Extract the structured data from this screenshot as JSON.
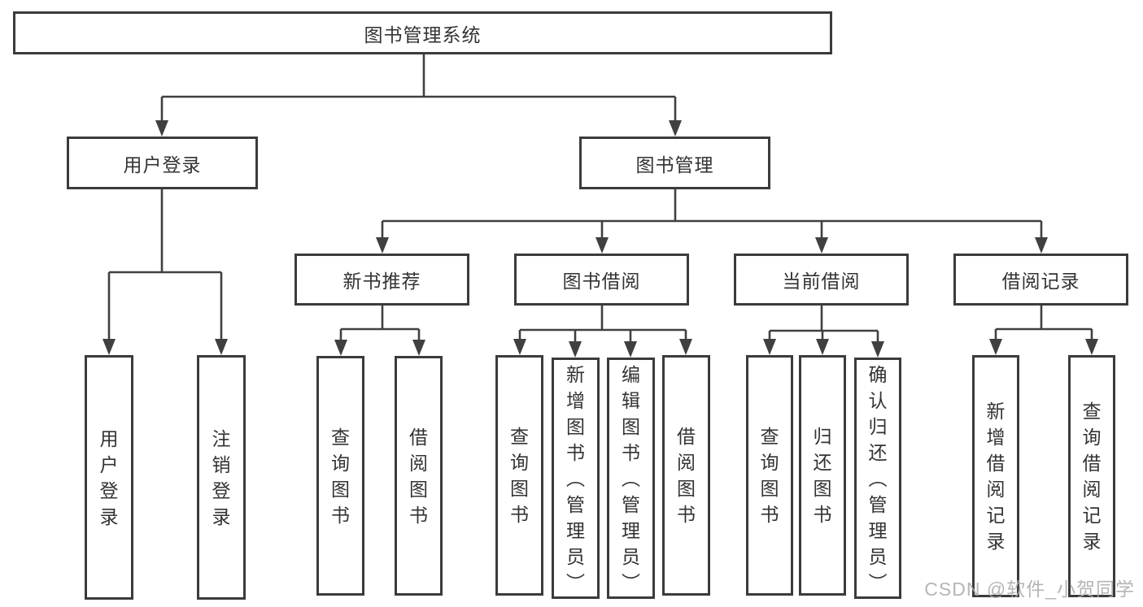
{
  "diagram": {
    "root_label": "图书管理系统",
    "branches": [
      {
        "label": "用户登录",
        "leaves": [
          "用户登录",
          "注销登录"
        ]
      },
      {
        "label": "图书管理"
      }
    ],
    "sections": [
      {
        "label": "新书推荐",
        "leaves": [
          "查询图书",
          "借阅图书"
        ]
      },
      {
        "label": "图书借阅",
        "leaves": [
          "查询图书",
          "新增图书（管理员）",
          "编辑图书（管理员）",
          "借阅图书"
        ]
      },
      {
        "label": "当前借阅",
        "leaves": [
          "查询图书",
          "归还图书",
          "确认归还（管理员）"
        ]
      },
      {
        "label": "借阅记录",
        "leaves": [
          "新增借阅记录",
          "查询借阅记录"
        ]
      }
    ]
  },
  "watermark": {
    "text": "CSDN @软件_小贺同学"
  },
  "colors": {
    "line": "#404040",
    "box_border": "#3b3b3b",
    "box_bg": "#ffffff",
    "text": "#333333",
    "background": "#ffffff",
    "watermark": "#a8a8a8"
  }
}
